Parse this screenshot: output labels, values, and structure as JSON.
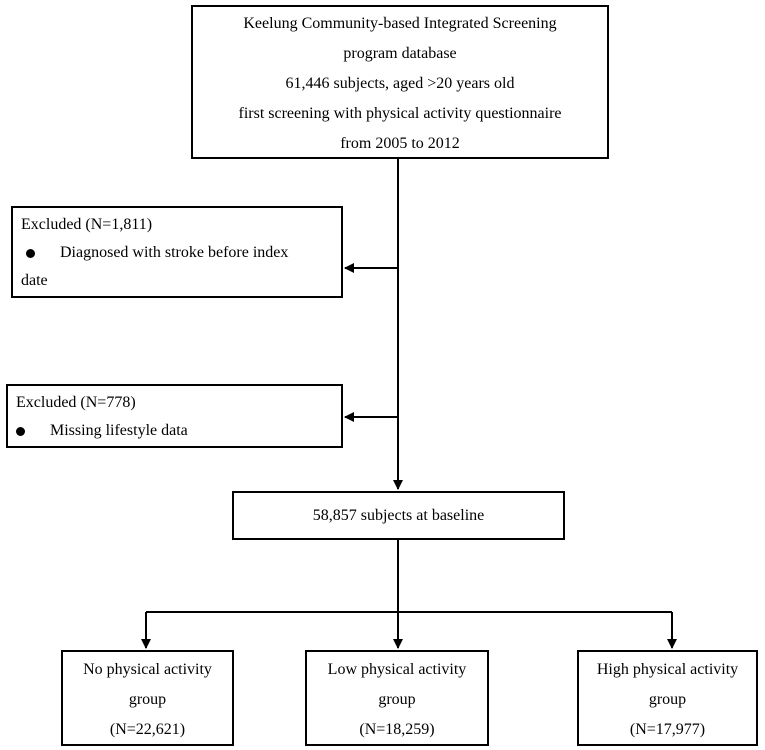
{
  "top_box": {
    "lines": [
      "Keelung Community-based Integrated Screening",
      "program database",
      "61,446 subjects, aged >20 years old",
      "first screening with physical activity questionnaire",
      "from 2005 to 2012"
    ]
  },
  "exclusion_1": {
    "title": "Excluded (N=1,811)",
    "bullet_line1": "Diagnosed with stroke before index",
    "bullet_line2": "date"
  },
  "exclusion_2": {
    "title": "Excluded (N=778)",
    "bullet": "Missing lifestyle data"
  },
  "baseline": {
    "label": "58,857 subjects at baseline"
  },
  "groups": [
    {
      "line1": "No physical activity",
      "line2": "group",
      "n": "(N=22,621)"
    },
    {
      "line1": "Low physical activity",
      "line2": "group",
      "n": "(N=18,259)"
    },
    {
      "line1": "High physical activity",
      "line2": "group",
      "n": "(N=17,977)"
    }
  ]
}
